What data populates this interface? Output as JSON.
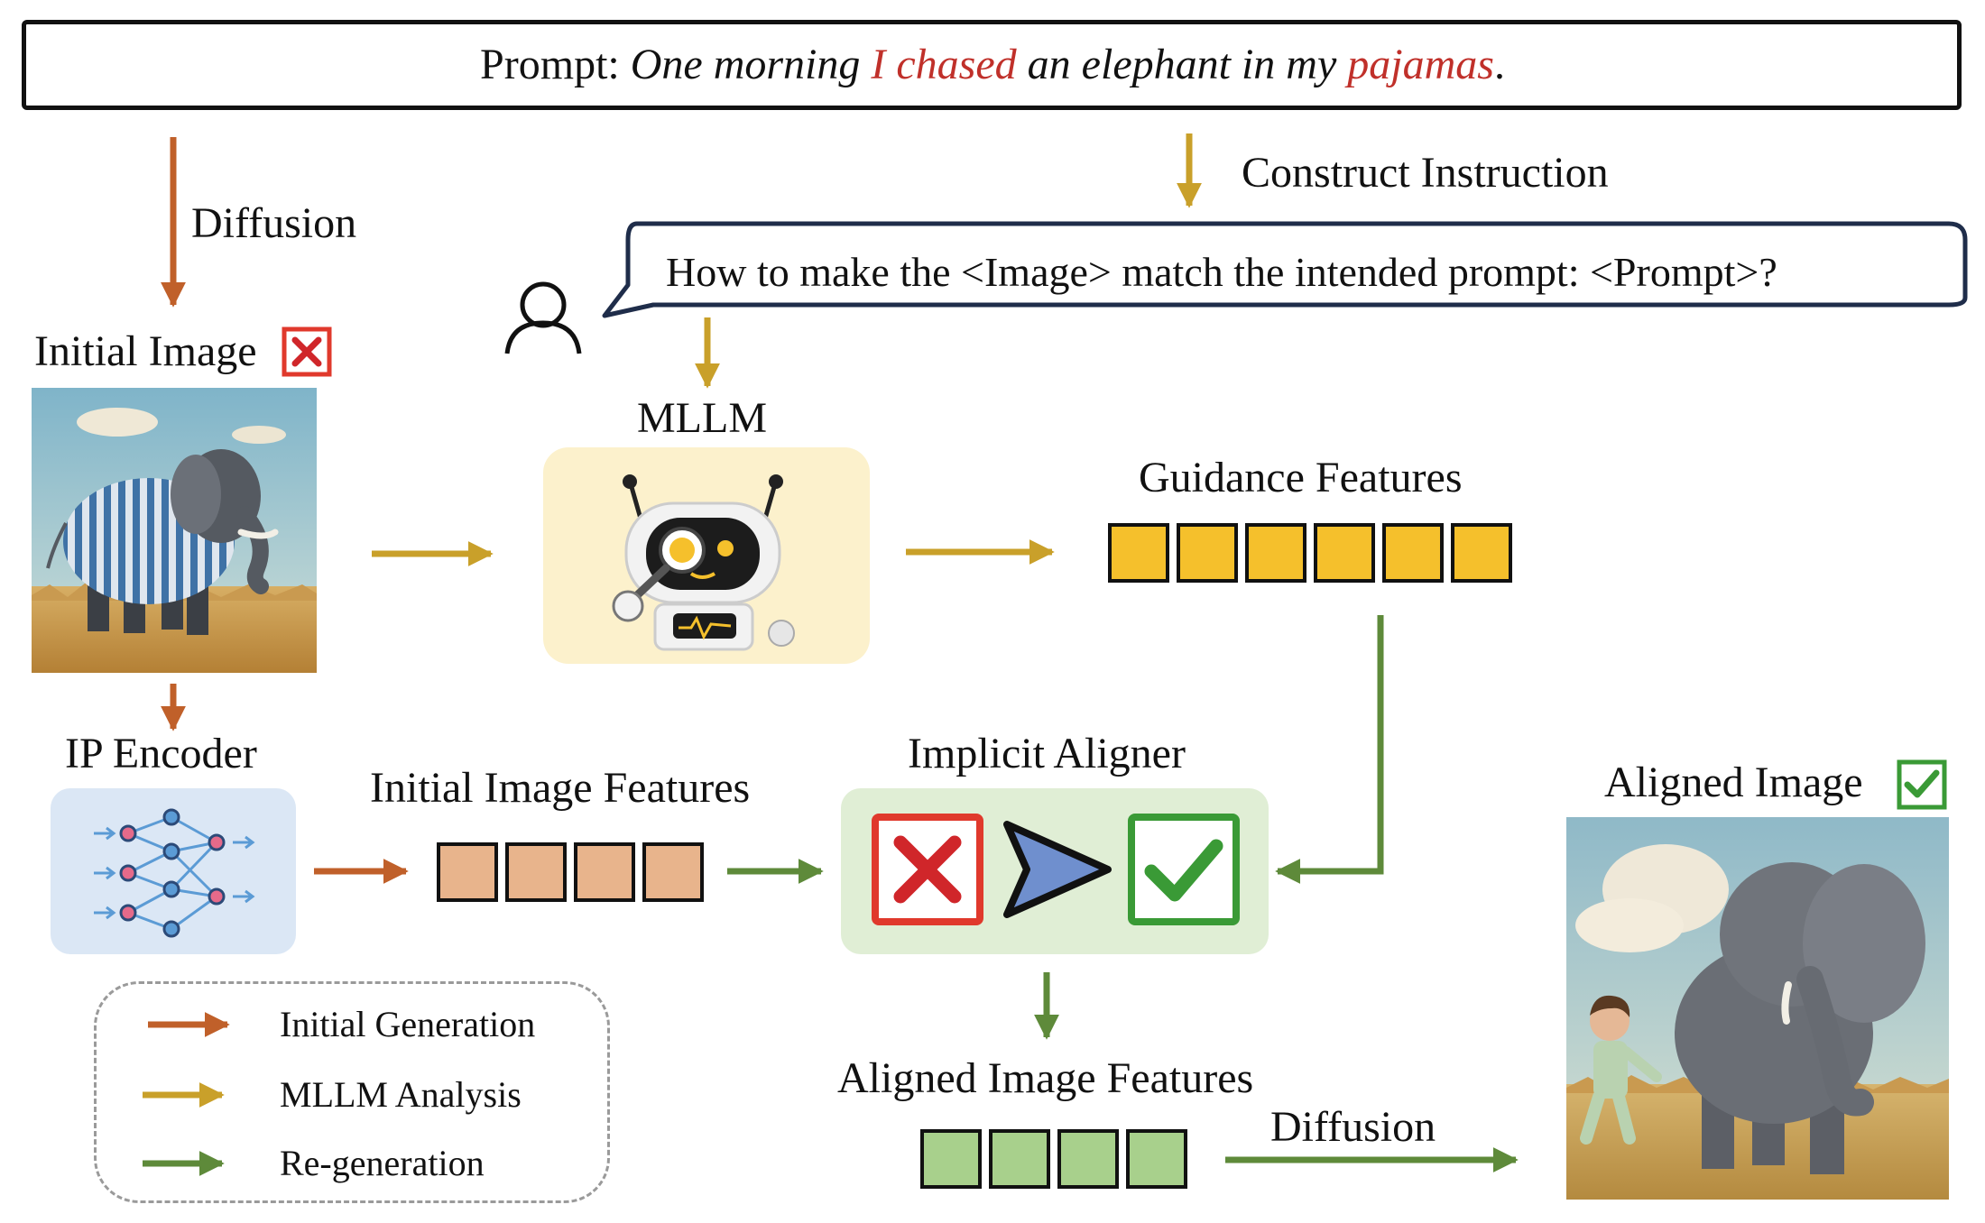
{
  "prompt": {
    "label": "Prompt:",
    "part1": "One morning",
    "part2": "I chased",
    "part3": "an elephant in my",
    "part4": "pajamas",
    "part5": "."
  },
  "labels": {
    "diffusion_top": "Diffusion",
    "construct_instruction": "Construct Instruction",
    "instruction": "How to make the <Image> match the intended prompt: <Prompt>?",
    "initial_image": "Initial Image",
    "mllm": "MLLM",
    "guidance_features": "Guidance Features",
    "ip_encoder": "IP Encoder",
    "initial_image_features": "Initial Image Features",
    "implicit_aligner": "Implicit Aligner",
    "aligned_image": "Aligned Image",
    "aligned_image_features": "Aligned Image Features",
    "diffusion_bottom": "Diffusion"
  },
  "legend": [
    {
      "label": "Initial Generation",
      "color": "#c0602a"
    },
    {
      "label": "MLLM Analysis",
      "color": "#c9a02a"
    },
    {
      "label": "Re-generation",
      "color": "#5e8a3a"
    }
  ],
  "colors": {
    "orange_arrow": "#c0602a",
    "gold_arrow": "#c9a02a",
    "green_arrow": "#5e8a3a",
    "guidance_feature": "#f5c02c",
    "initial_feature": "#e8b48c",
    "aligned_feature": "#a8d08c",
    "cross_red": "#e0392c",
    "check_green": "#3a9a36"
  },
  "icons": [
    "user-icon",
    "robot-icon",
    "neural-network-icon",
    "cross-icon",
    "check-icon",
    "arrow-right-icon"
  ]
}
